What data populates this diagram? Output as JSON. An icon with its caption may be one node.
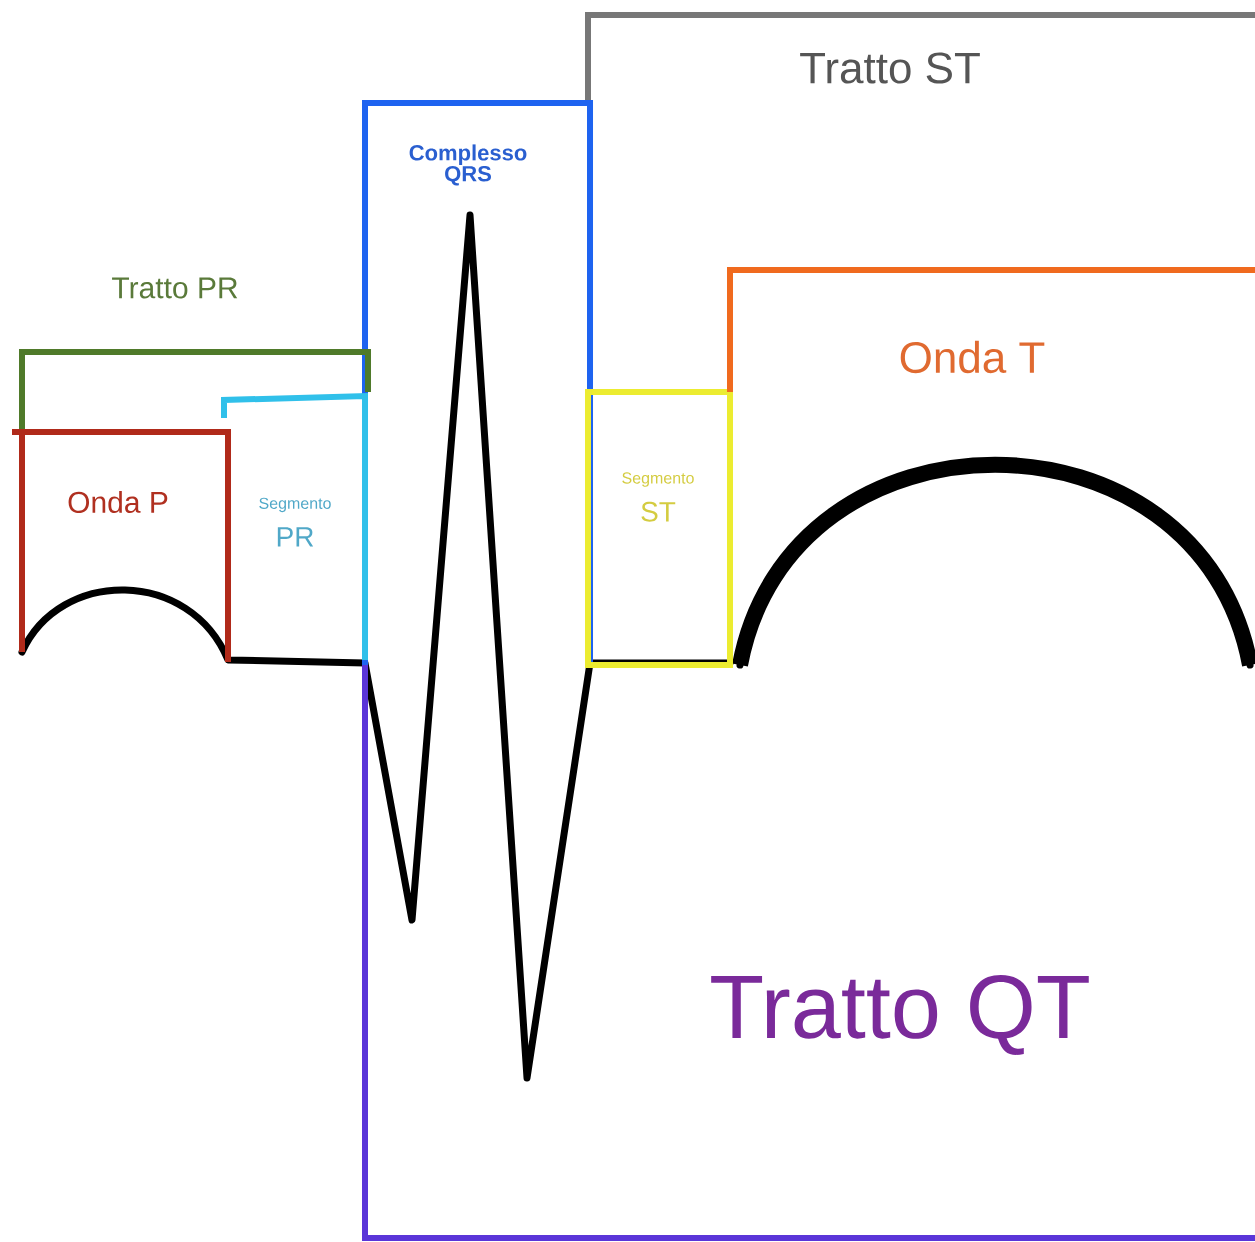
{
  "diagram": {
    "nodes": [
      {
        "text": [
          "Tratto ST"
        ]
      },
      {
        "text": [
          "Complesso QRS"
        ]
      },
      {
        "text": [
          "Tratto PR"
        ]
      },
      {
        "text": [
          "Onda P"
        ]
      },
      {
        "text": [
          "Segmento",
          "PR"
        ]
      },
      {
        "text": [
          "Segmento",
          "ST"
        ]
      },
      {
        "text": [
          "Onda T"
        ]
      },
      {
        "text": [
          "Tratto QT"
        ]
      }
    ]
  }
}
